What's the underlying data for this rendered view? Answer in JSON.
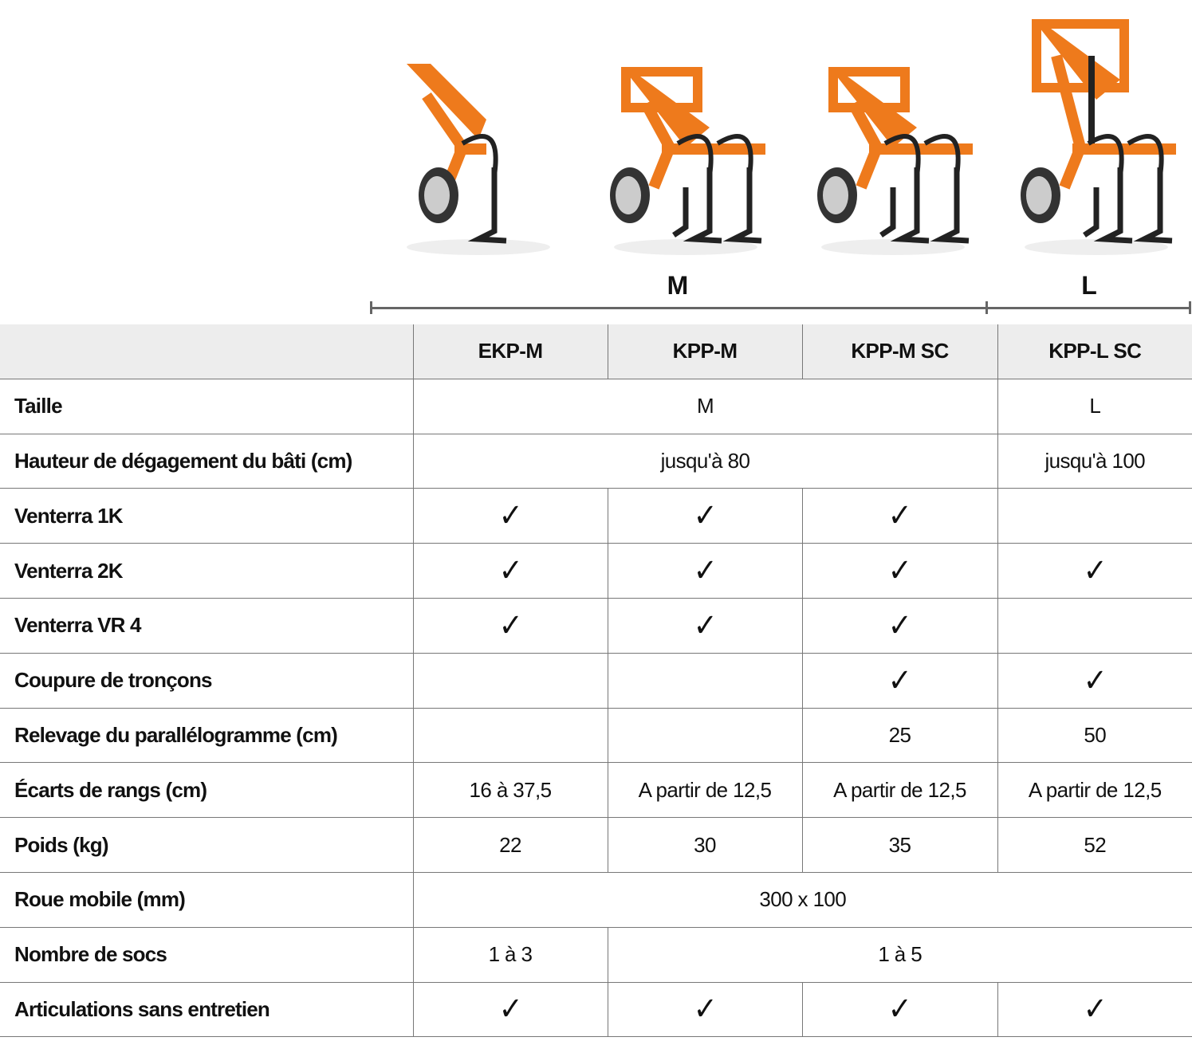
{
  "accent_color": "#ee7a1c",
  "images": [
    {
      "name": "EKP-M",
      "shanks": 1
    },
    {
      "name": "KPP-M",
      "shanks": 2
    },
    {
      "name": "KPP-M SC",
      "shanks": 2
    },
    {
      "name": "KPP-L SC",
      "shanks": 2
    }
  ],
  "size_groups": {
    "m": "M",
    "l": "L"
  },
  "columns": [
    "",
    "EKP-M",
    "KPP-M",
    "KPP-M SC",
    "KPP-L SC"
  ],
  "check": "✓",
  "rows": [
    {
      "label": "Taille",
      "cells": [
        {
          "text": "M",
          "span": 3
        },
        {
          "text": "L",
          "span": 1
        }
      ]
    },
    {
      "label": "Hauteur de dégagement du bâti (cm)",
      "cells": [
        {
          "text": "jusqu'à 80",
          "span": 3
        },
        {
          "text": "jusqu'à 100",
          "span": 1
        }
      ]
    },
    {
      "label": "Venterra 1K",
      "cells": [
        {
          "check": true
        },
        {
          "check": true
        },
        {
          "check": true
        },
        {
          "text": ""
        }
      ]
    },
    {
      "label": "Venterra 2K",
      "cells": [
        {
          "check": true
        },
        {
          "check": true
        },
        {
          "check": true
        },
        {
          "check": true
        }
      ]
    },
    {
      "label": "Venterra VR 4",
      "cells": [
        {
          "check": true
        },
        {
          "check": true
        },
        {
          "check": true
        },
        {
          "text": ""
        }
      ]
    },
    {
      "label": "Coupure de tronçons",
      "cells": [
        {
          "text": ""
        },
        {
          "text": ""
        },
        {
          "check": true
        },
        {
          "check": true
        }
      ]
    },
    {
      "label": "Relevage du parallélogramme (cm)",
      "cells": [
        {
          "text": ""
        },
        {
          "text": ""
        },
        {
          "text": "25"
        },
        {
          "text": "50"
        }
      ]
    },
    {
      "label": "Écarts de rangs (cm)",
      "cells": [
        {
          "text": "16 à 37,5"
        },
        {
          "text": "A partir de 12,5"
        },
        {
          "text": "A partir de 12,5"
        },
        {
          "text": "A partir de 12,5"
        }
      ]
    },
    {
      "label": "Poids (kg)",
      "cells": [
        {
          "text": "22"
        },
        {
          "text": "30"
        },
        {
          "text": "35"
        },
        {
          "text": "52"
        }
      ]
    },
    {
      "label": "Roue mobile (mm)",
      "cells": [
        {
          "text": "300 x 100",
          "span": 4
        }
      ]
    },
    {
      "label": "Nombre de socs",
      "cells": [
        {
          "text": "1 à 3",
          "span": 1
        },
        {
          "text": "1 à 5",
          "span": 3
        }
      ]
    },
    {
      "label": "Articulations sans entretien",
      "cells": [
        {
          "check": true
        },
        {
          "check": true
        },
        {
          "check": true
        },
        {
          "check": true
        }
      ]
    }
  ]
}
